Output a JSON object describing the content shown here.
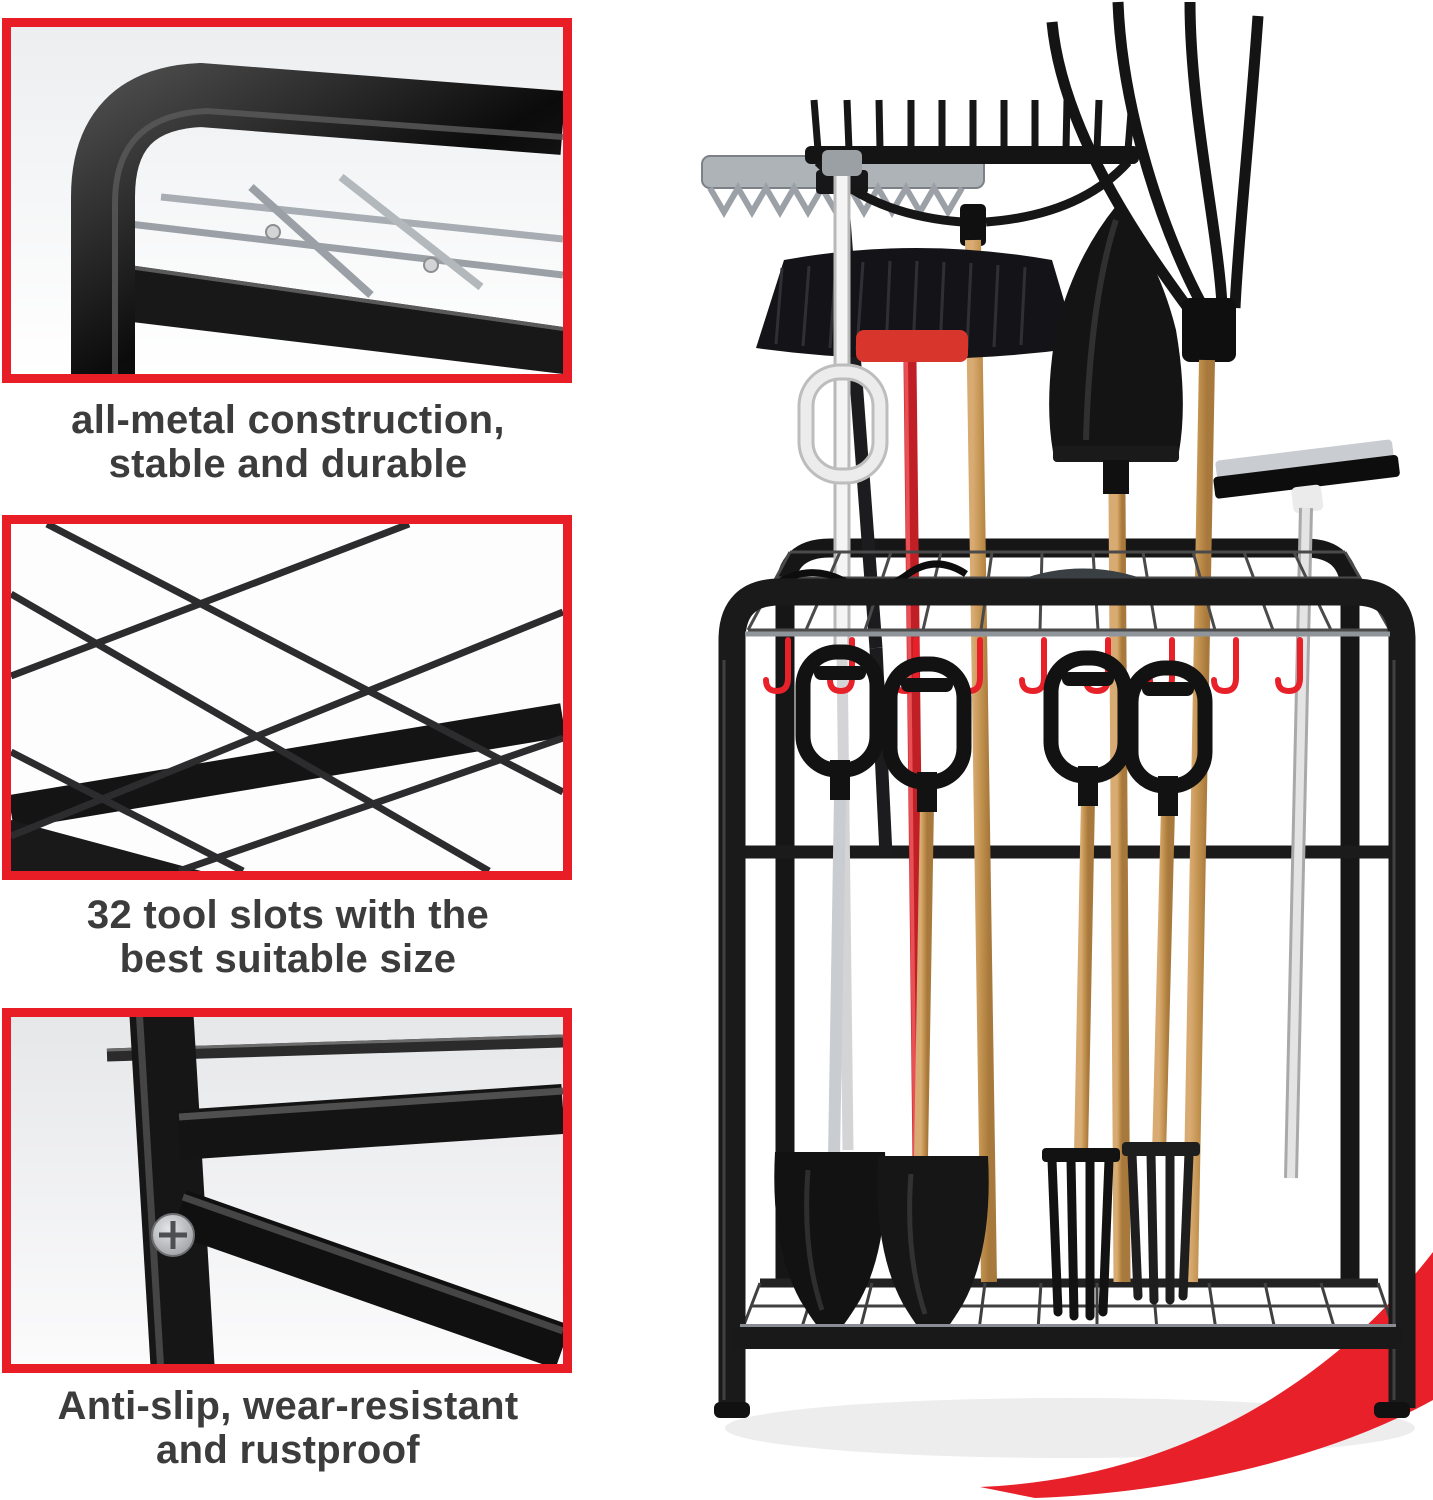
{
  "page": {
    "type": "product-feature-infographic",
    "background": "#ffffff"
  },
  "colors": {
    "frame_red": "#e81d25",
    "accent_red": "#e8202a",
    "caption_text": "#3c3c3c"
  },
  "callouts": [
    {
      "photo": "top-frame-corner-closeup",
      "lines": [
        "all-metal construction,",
        "stable and durable"
      ]
    },
    {
      "photo": "wire-grid-slots-closeup",
      "lines": [
        "32 tool slots with the",
        "best suitable size"
      ]
    },
    {
      "photo": "base-frame-screw-closeup",
      "lines": [
        "Anti-slip, wear-resistant",
        "and rustproof"
      ]
    }
  ],
  "main_photo": {
    "name": "garden-tool-organizer-rack-with-tools",
    "depicted_tools": [
      "metal rake",
      "bow rake",
      "pitchfork",
      "push broom",
      "spade",
      "squeegee",
      "spray mop handle",
      "d-handle shovels",
      "garden forks"
    ],
    "accents": {
      "hooks": "red",
      "swoosh": "red"
    }
  }
}
